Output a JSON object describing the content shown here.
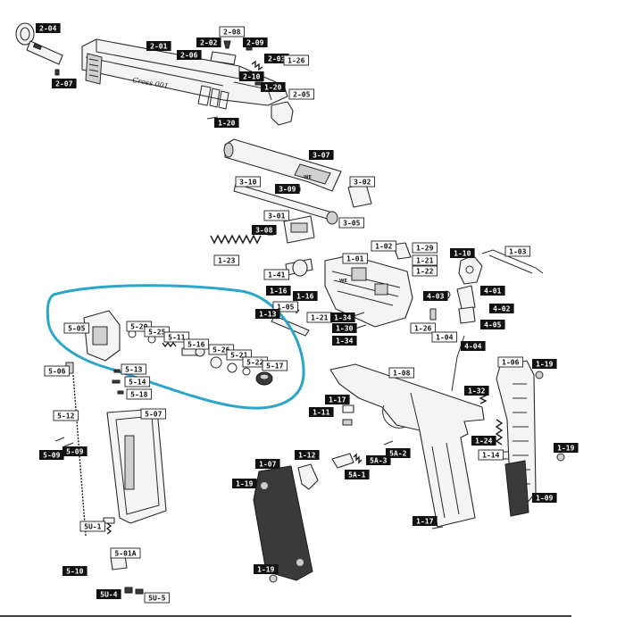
{
  "diagram": {
    "callouts": [
      {
        "id": "c2-04",
        "label": "2-04",
        "style": "dark"
      },
      {
        "id": "c2-07",
        "label": "2-07",
        "style": "dark"
      },
      {
        "id": "c2-01",
        "label": "2-01",
        "style": "dark"
      },
      {
        "id": "c2-02",
        "label": "2-02",
        "style": "dark"
      },
      {
        "id": "c2-08",
        "label": "2-08",
        "style": "light"
      },
      {
        "id": "c2-06",
        "label": "2-06",
        "style": "dark"
      },
      {
        "id": "c2-09",
        "label": "2-09",
        "style": "dark"
      },
      {
        "id": "c2-03",
        "label": "2-03",
        "style": "dark"
      },
      {
        "id": "c1-26",
        "label": "1-26",
        "style": "light"
      },
      {
        "id": "c2-10",
        "label": "2-10",
        "style": "dark"
      },
      {
        "id": "c1-20a",
        "label": "1-20",
        "style": "dark"
      },
      {
        "id": "c2-05",
        "label": "2-05",
        "style": "light"
      },
      {
        "id": "c1-20b",
        "label": "1-20",
        "style": "dark"
      },
      {
        "id": "c3-07",
        "label": "3-07",
        "style": "dark"
      },
      {
        "id": "c3-10",
        "label": "3-10",
        "style": "light"
      },
      {
        "id": "c3-09",
        "label": "3-09",
        "style": "dark"
      },
      {
        "id": "c3-02",
        "label": "3-02",
        "style": "light"
      },
      {
        "id": "c3-01",
        "label": "3-01",
        "style": "light"
      },
      {
        "id": "c3-05",
        "label": "3-05",
        "style": "light"
      },
      {
        "id": "c3-08",
        "label": "3-08",
        "style": "dark"
      },
      {
        "id": "c1-23",
        "label": "1-23",
        "style": "light"
      },
      {
        "id": "c1-02",
        "label": "1-02",
        "style": "light"
      },
      {
        "id": "c1-29",
        "label": "1-29",
        "style": "light"
      },
      {
        "id": "c1-21a",
        "label": "1-21",
        "style": "light"
      },
      {
        "id": "c1-10",
        "label": "1-10",
        "style": "dark"
      },
      {
        "id": "c1-03",
        "label": "1-03",
        "style": "light"
      },
      {
        "id": "c1-01",
        "label": "1-01",
        "style": "light"
      },
      {
        "id": "c1-22",
        "label": "1-22",
        "style": "light"
      },
      {
        "id": "c1-41",
        "label": "1-41",
        "style": "light"
      },
      {
        "id": "c1-16a",
        "label": "1-16",
        "style": "dark"
      },
      {
        "id": "c1-16b",
        "label": "1-16",
        "style": "dark"
      },
      {
        "id": "c4-03",
        "label": "4-03",
        "style": "dark"
      },
      {
        "id": "c4-01",
        "label": "4-01",
        "style": "dark"
      },
      {
        "id": "c1-05",
        "label": "1-05",
        "style": "light"
      },
      {
        "id": "c1-13",
        "label": "1-13",
        "style": "dark"
      },
      {
        "id": "c1-21b",
        "label": "1-21",
        "style": "light"
      },
      {
        "id": "c1-34a",
        "label": "1-34",
        "style": "dark"
      },
      {
        "id": "c4-02",
        "label": "4-02",
        "style": "dark"
      },
      {
        "id": "c1-30",
        "label": "1-30",
        "style": "dark"
      },
      {
        "id": "c1-26b",
        "label": "1-26",
        "style": "light"
      },
      {
        "id": "c4-05",
        "label": "4-05",
        "style": "dark"
      },
      {
        "id": "c1-34b",
        "label": "1-34",
        "style": "dark"
      },
      {
        "id": "c1-04",
        "label": "1-04",
        "style": "light"
      },
      {
        "id": "c4-04",
        "label": "4-04",
        "style": "dark"
      },
      {
        "id": "c5-05",
        "label": "5-05",
        "style": "light"
      },
      {
        "id": "c5-20",
        "label": "5-20",
        "style": "light"
      },
      {
        "id": "c5-25",
        "label": "5-25",
        "style": "light"
      },
      {
        "id": "c5-11",
        "label": "5-11",
        "style": "light"
      },
      {
        "id": "c5-16",
        "label": "5-16",
        "style": "light"
      },
      {
        "id": "c5-26",
        "label": "5-26",
        "style": "light"
      },
      {
        "id": "c5-21",
        "label": "5-21",
        "style": "light"
      },
      {
        "id": "c5-22",
        "label": "5-22",
        "style": "light"
      },
      {
        "id": "c5-17",
        "label": "5-17",
        "style": "light"
      },
      {
        "id": "c5-06",
        "label": "5-06",
        "style": "light"
      },
      {
        "id": "c5-13",
        "label": "5-13",
        "style": "light"
      },
      {
        "id": "c5-14",
        "label": "5-14",
        "style": "light"
      },
      {
        "id": "c5-18",
        "label": "5-18",
        "style": "light"
      },
      {
        "id": "c5-12",
        "label": "5-12",
        "style": "light"
      },
      {
        "id": "c5-07",
        "label": "5-07",
        "style": "light"
      },
      {
        "id": "c5-09a",
        "label": "5-09",
        "style": "dark"
      },
      {
        "id": "c5-09b",
        "label": "5-09",
        "style": "dark"
      },
      {
        "id": "c5u-1",
        "label": "5U-1",
        "style": "light"
      },
      {
        "id": "c5-01a",
        "label": "5-01A",
        "style": "light"
      },
      {
        "id": "c5-10",
        "label": "5-10",
        "style": "dark"
      },
      {
        "id": "c5u-4",
        "label": "5U-4",
        "style": "dark"
      },
      {
        "id": "c5u-5",
        "label": "5U-5",
        "style": "light"
      },
      {
        "id": "c1-06",
        "label": "1-06",
        "style": "light"
      },
      {
        "id": "c1-08",
        "label": "1-08",
        "style": "light"
      },
      {
        "id": "c1-19a",
        "label": "1-19",
        "style": "dark"
      },
      {
        "id": "c1-32",
        "label": "1-32",
        "style": "dark"
      },
      {
        "id": "c1-17a",
        "label": "1-17",
        "style": "dark"
      },
      {
        "id": "c1-11",
        "label": "1-11",
        "style": "dark"
      },
      {
        "id": "c1-24",
        "label": "1-24",
        "style": "dark"
      },
      {
        "id": "c1-19b",
        "label": "1-19",
        "style": "dark"
      },
      {
        "id": "c1-12",
        "label": "1-12",
        "style": "dark"
      },
      {
        "id": "c5a-2",
        "label": "5A-2",
        "style": "dark"
      },
      {
        "id": "c5a-3",
        "label": "5A-3",
        "style": "dark"
      },
      {
        "id": "c1-14",
        "label": "1-14",
        "style": "light"
      },
      {
        "id": "c1-07",
        "label": "1-07",
        "style": "dark"
      },
      {
        "id": "c5a-1",
        "label": "5A-1",
        "style": "dark"
      },
      {
        "id": "c1-19c",
        "label": "1-19",
        "style": "dark"
      },
      {
        "id": "c1-09",
        "label": "1-09",
        "style": "dark"
      },
      {
        "id": "c1-17b",
        "label": "1-17",
        "style": "dark"
      },
      {
        "id": "c1-19d",
        "label": "1-19",
        "style": "dark"
      }
    ],
    "slide_marking": "Cross 001",
    "part_markings": [
      "WE",
      "WE"
    ],
    "highlight_color": "#2aa7c8",
    "label_dark_color": "#111111",
    "label_light_color": "#ffffff"
  }
}
